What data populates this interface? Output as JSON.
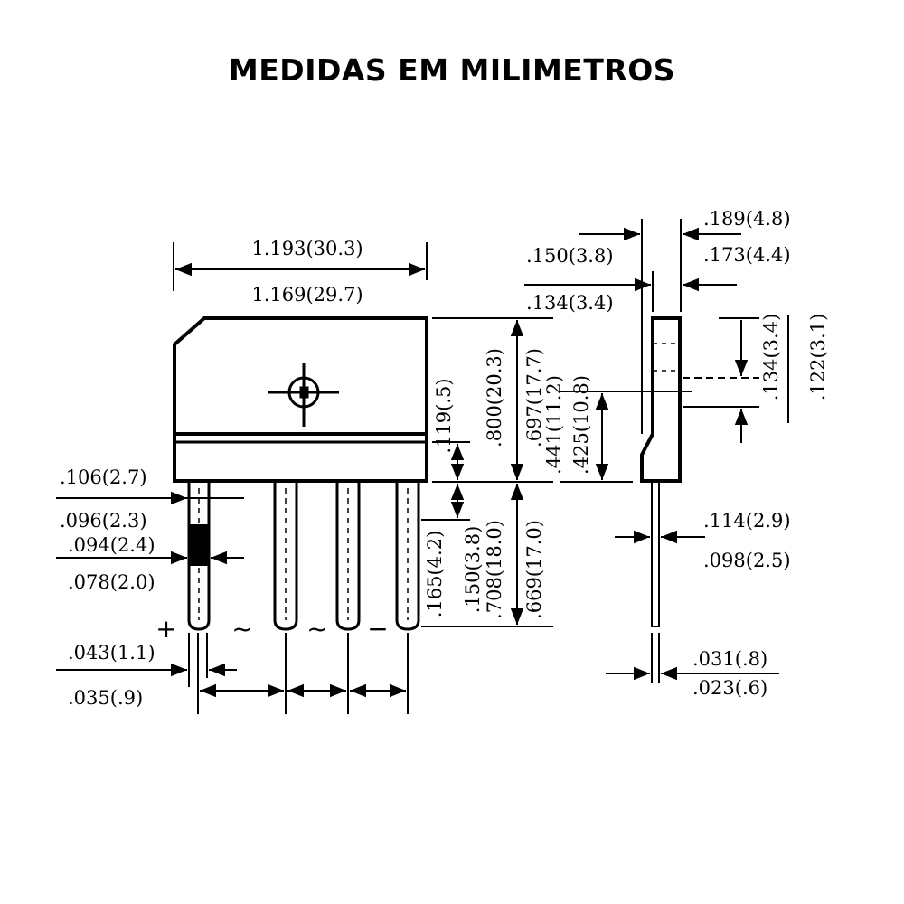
{
  "title": "MEDIDAS EM MILIMETROS",
  "front_view": {
    "width_max": "1.193(30.3)",
    "width_min": "1.169(29.7)",
    "lead_spacing_max": ".106(2.7)",
    "lead_spacing_min": ".096(2.3)",
    "lead_width_max": ".094(2.4)",
    "lead_width_min": ".078(2.0)",
    "lead_thickness_max": ".043(1.1)",
    "lead_thickness_min": ".035(.9)",
    "band_height": ".119(.5)",
    "body_height": ".800(20.3)",
    "total_height_a": ".697(17.7)",
    "total_height_b": ".441(11.2)",
    "hole_height": ".425(10.8)",
    "lead_short": ".165(4.2)",
    "lead_mid": ".150(3.8)",
    "lead_long_max": ".708(18.0)",
    "lead_long_min": ".669(17.0)",
    "pin_plus": "+",
    "pin_ac1": "~",
    "pin_ac2": "~",
    "pin_minus": "−"
  },
  "side_view": {
    "thickness_max": ".189(4.8)",
    "thickness_min": ".173(4.4)",
    "step_max": ".150(3.8)",
    "step_min": ".134(3.4)",
    "hole_dia_max": ".134(3.4)",
    "hole_dia_min": ".122(3.1)",
    "lead_offset_max": ".114(2.9)",
    "lead_offset_min": ".098(2.5)",
    "lead_thick_max": ".031(.8)",
    "lead_thick_min": ".023(.6)"
  }
}
